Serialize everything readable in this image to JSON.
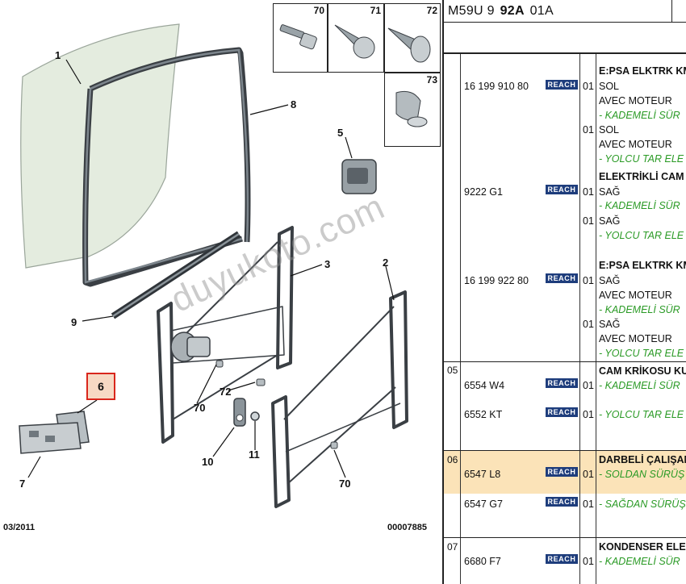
{
  "diagram": {
    "callouts": [
      "1",
      "8",
      "5",
      "3",
      "2",
      "9",
      "70",
      "72",
      "10",
      "11",
      "70",
      "7"
    ],
    "selected_ref": "6",
    "fasteners": [
      "70",
      "71",
      "72",
      "73"
    ],
    "watermark": "duyukoto.com",
    "footer_date": "03/2011",
    "footer_code": "00007885"
  },
  "table": {
    "code_prefix": "M59U 9",
    "code_bold": "92A",
    "code_suffix": "01A",
    "badge": "REACH",
    "groups": [
      {
        "num": "",
        "lines": [
          {
            "part": "16 199 910 80",
            "qty": "01",
            "desc": [
              "E:PSA ELKTRK KM",
              "SOL",
              "AVEC MOTEUR",
              "- KADEMELİ SÜR"
            ]
          },
          {
            "part": "",
            "qty": "01",
            "desc": [
              "SOL",
              "AVEC MOTEUR",
              "- YOLCU TAR ELE"
            ]
          },
          {
            "part": "9222 G1",
            "qty": "01",
            "desc": [
              "ELEKTRİKLİ CAM",
              "SAĞ",
              "- KADEMELİ SÜR"
            ]
          },
          {
            "part": "",
            "qty": "01",
            "desc": [
              "SAĞ",
              "- YOLCU TAR ELE"
            ]
          },
          {
            "part": "16 199 922 80",
            "qty": "01",
            "desc": [
              "E:PSA ELKTRK KM",
              "SAĞ",
              "AVEC MOTEUR",
              "- KADEMELİ SÜR"
            ]
          },
          {
            "part": "",
            "qty": "01",
            "desc": [
              "SAĞ",
              "AVEC MOTEUR",
              "- YOLCU TAR ELE"
            ]
          }
        ]
      },
      {
        "num": "05",
        "lines": [
          {
            "part": "6554 W4",
            "qty": "01",
            "desc": [
              "CAM KRİKOSU KU",
              "- KADEMELİ SÜR"
            ]
          },
          {
            "part": "6552 KT",
            "qty": "01",
            "desc": [
              "- YOLCU TAR ELE"
            ]
          }
        ]
      },
      {
        "num": "06",
        "lines": [
          {
            "part": "6547 L8",
            "qty": "01",
            "desc": [
              "DARBELİ ÇALIŞAN",
              "- SOLDAN SÜRÜŞ"
            ]
          },
          {
            "part": "6547 G7",
            "qty": "01",
            "desc": [
              "- SAĞDAN SÜRÜŞ"
            ]
          }
        ]
      },
      {
        "num": "07",
        "lines": [
          {
            "part": "6680 F7",
            "qty": "01",
            "desc": [
              "KONDENSER ELE",
              "- KADEMELİ SÜR"
            ]
          }
        ]
      }
    ]
  },
  "colors": {
    "highlight_row": "#fbe3b8",
    "reach_badge": "#1e3d7c",
    "variant_text": "#2a9a25",
    "selected_border": "#d9261c"
  }
}
